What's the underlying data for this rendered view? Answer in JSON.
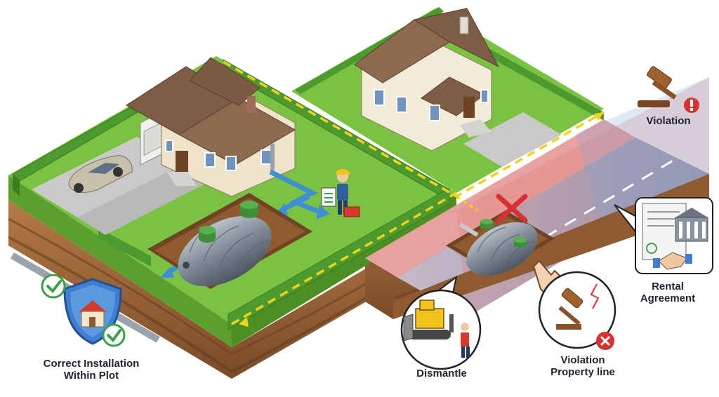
{
  "labels": {
    "correct_installation": "Correct Installation\nWithin Plot",
    "dismantle": "Dismantle",
    "violation_property_line": "Violation\nProperty line",
    "rental_agreement": "Rental\nAgreement",
    "violation": "Violation"
  },
  "colors": {
    "grass": "#7cc242",
    "grass_dark": "#5aa02c",
    "hedge": "#4d9a2e",
    "soil": "#a06a3c",
    "soil_dark": "#6e4424",
    "road": "#8fa9c4",
    "sidewalk_red": "#e7a2a0",
    "property_line": "#f2d21b",
    "tank": "#7a8691",
    "tank_lid": "#3f8f3a",
    "pipe": "#3f8fd6",
    "violation_red": "#d93030",
    "check_green": "#3aa14a"
  },
  "icons": [
    "check-icon",
    "house-icon",
    "shield-icon",
    "gavel-icon",
    "warning-icon",
    "x-mark-icon",
    "hand-pointer-icon",
    "bulldozer-icon",
    "document-icon",
    "building-icon",
    "handshake-icon",
    "clipboard-icon",
    "toolbox-icon"
  ]
}
